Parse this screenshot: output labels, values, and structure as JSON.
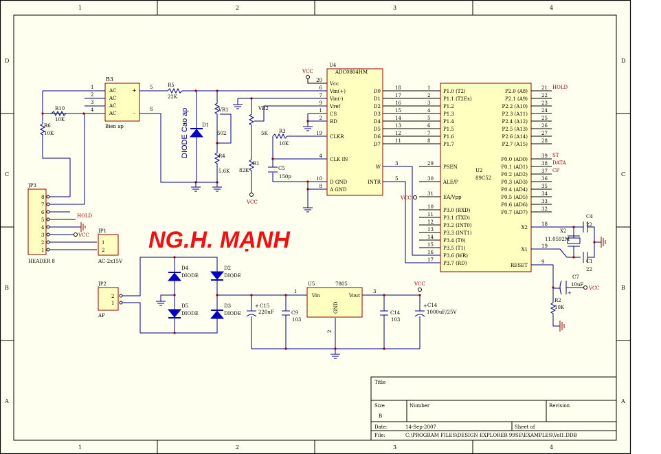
{
  "border": {
    "columns": [
      "1",
      "2",
      "3",
      "4"
    ],
    "rows": [
      "D",
      "C",
      "B",
      "A"
    ]
  },
  "logo": {
    "text": "NG.H. MẠNH",
    "color": "#ee1111"
  },
  "components": {
    "b3": {
      "ref": "B3",
      "name": "Bien ap",
      "pins": [
        "AC",
        "AC",
        "AC",
        "AC",
        "+",
        "-"
      ],
      "pin_nums": [
        "1",
        "2",
        "3",
        "4",
        "5",
        "S"
      ]
    },
    "r10": {
      "ref": "R10",
      "value": "10K"
    },
    "r6": {
      "ref": "R6",
      "value": "10K"
    },
    "r5": {
      "ref": "R5",
      "value": "22K"
    },
    "d1": {
      "ref": "D1",
      "label": "DIODE Cao ap"
    },
    "vr1": {
      "ref": "VR1",
      "value": "502"
    },
    "r4": {
      "ref": "R4",
      "value": "5.6K"
    },
    "vr2": {
      "ref": "VR2",
      "value": "5K"
    },
    "r1": {
      "ref": "R1",
      "value": "82K"
    },
    "r3": {
      "ref": "R3",
      "value": "10K"
    },
    "c5": {
      "ref": "C5",
      "value": "150p"
    },
    "u4": {
      "ref": "U4",
      "name": "ADC0804HM",
      "left_pins": [
        {
          "num": "20",
          "name": "Vcc"
        },
        {
          "num": "6",
          "name": "Vin(+)"
        },
        {
          "num": "7",
          "name": "Vin(-)"
        },
        {
          "num": "9",
          "name": "Vref"
        },
        {
          "num": "1",
          "name": "CS"
        },
        {
          "num": "2",
          "name": "RD"
        },
        {
          "num": "19",
          "name": "CLKR"
        },
        {
          "num": "4",
          "name": "CLK IN"
        },
        {
          "num": "10",
          "name": "D GND"
        },
        {
          "num": "8",
          "name": "A GND"
        }
      ],
      "right_pins": [
        {
          "num": "18",
          "name": "D0"
        },
        {
          "num": "17",
          "name": "D1"
        },
        {
          "num": "16",
          "name": "D2"
        },
        {
          "num": "15",
          "name": "D3"
        },
        {
          "num": "14",
          "name": "D4"
        },
        {
          "num": "13",
          "name": "D5"
        },
        {
          "num": "12",
          "name": "D6"
        },
        {
          "num": "11",
          "name": "D7"
        },
        {
          "num": "3",
          "name": "W"
        },
        {
          "num": "5",
          "name": "INTR"
        }
      ]
    },
    "u2": {
      "ref": "U2",
      "name": "89C52",
      "left_pins": [
        {
          "num": "1",
          "name": "P1.0 (T2)"
        },
        {
          "num": "2",
          "name": "P1.1 (T2Ex)"
        },
        {
          "num": "3",
          "name": "P1.2"
        },
        {
          "num": "4",
          "name": "P1.3"
        },
        {
          "num": "5",
          "name": "P1.4"
        },
        {
          "num": "6",
          "name": "P1.5"
        },
        {
          "num": "7",
          "name": "P1.6"
        },
        {
          "num": "8",
          "name": "P1.7"
        },
        {
          "num": "29",
          "name": "PSEN"
        },
        {
          "num": "30",
          "name": "ALE/P"
        },
        {
          "num": "31",
          "name": "EA/Vpp"
        },
        {
          "num": "10",
          "name": "P3.0 (RXD)"
        },
        {
          "num": "11",
          "name": "P3.1 (TXD)"
        },
        {
          "num": "12",
          "name": "P3.2 (INT0)"
        },
        {
          "num": "13",
          "name": "P3.3 (INT1)"
        },
        {
          "num": "14",
          "name": "P3.4 (T0)"
        },
        {
          "num": "15",
          "name": "P3.5 (T1)"
        },
        {
          "num": "16",
          "name": "P3.6 (WR)"
        },
        {
          "num": "17",
          "name": "P3.7 (RD)"
        }
      ],
      "right_pins": [
        {
          "num": "21",
          "name": "P2.0 (A8)",
          "net": "HOLD"
        },
        {
          "num": "22",
          "name": "P2.1 (A9)"
        },
        {
          "num": "23",
          "name": "P2.2 (A10)"
        },
        {
          "num": "24",
          "name": "P2.3 (A11)"
        },
        {
          "num": "25",
          "name": "P2.4 (A12)"
        },
        {
          "num": "26",
          "name": "P2.5 (A13)"
        },
        {
          "num": "27",
          "name": "P2.6 (A14)"
        },
        {
          "num": "28",
          "name": "P2.7 (A15)"
        },
        {
          "num": "39",
          "name": "P0.0 (AD0)",
          "net": "ST"
        },
        {
          "num": "38",
          "name": "P0.1 (AD1)",
          "net": "DATA"
        },
        {
          "num": "37",
          "name": "P0.2 (AD2)",
          "net": "CP"
        },
        {
          "num": "36",
          "name": "P0.3 (AD3)"
        },
        {
          "num": "35",
          "name": "P0.4 (AD4)"
        },
        {
          "num": "34",
          "name": "P0.5 (AD5)"
        },
        {
          "num": "33",
          "name": "P0.6 (AD6)"
        },
        {
          "num": "32",
          "name": "P0.7 (AD7)"
        },
        {
          "num": "18",
          "name": "X2"
        },
        {
          "num": "19",
          "name": "X1"
        },
        {
          "num": "9",
          "name": "RESET"
        }
      ]
    },
    "x2": {
      "ref": "X2",
      "value": "11.0592M"
    },
    "c4": {
      "ref": "C4",
      "value": "22"
    },
    "c1": {
      "ref": "C1",
      "value": "22"
    },
    "c7": {
      "ref": "C7",
      "value": "10uF"
    },
    "r2": {
      "ref": "R2",
      "value": "10K"
    },
    "jp3": {
      "ref": "JP3",
      "name": "HEADER 8",
      "pins": [
        "8",
        "7",
        "6",
        "5",
        "4",
        "3",
        "2",
        "1"
      ]
    },
    "jp1": {
      "ref": "JP1",
      "name": "AC-2x15V",
      "pins": [
        "1",
        "2"
      ]
    },
    "jp2": {
      "ref": "JP2",
      "name": "AP",
      "pins": [
        "2",
        "1"
      ]
    },
    "d4": {
      "ref": "D4",
      "value": "DIODE"
    },
    "d2": {
      "ref": "D2",
      "value": "DIODE"
    },
    "d5": {
      "ref": "D5",
      "value": "DIODE"
    },
    "d3": {
      "ref": "D3",
      "value": "DIODE"
    },
    "c15": {
      "ref": "C15",
      "value": "220uF"
    },
    "c9": {
      "ref": "C9",
      "value": "103"
    },
    "u5": {
      "ref": "U5",
      "name": "7805",
      "vin": "Vin",
      "vout": "Vout",
      "gnd": "GND",
      "pin1": "1",
      "pin2": "2",
      "pin3": "3"
    },
    "c14a": {
      "ref": "C14",
      "value": "103"
    },
    "c14b": {
      "ref": "C14",
      "value": "1000uF/25V"
    }
  },
  "nets": {
    "vcc": "VCC",
    "hold": "HOLD",
    "st": "ST",
    "data": "DATA",
    "cp": "CP"
  },
  "title_block": {
    "title_label": "Title",
    "size_label": "Size",
    "size_value": "B",
    "number_label": "Number",
    "revision_label": "Revision",
    "date_label": "Date:",
    "date_value": "14-Sep-2007",
    "sheet_label": "Sheet  of",
    "file_label": "File:",
    "file_value": "C:\\PROGRAM FILES\\DESIGN EXPLORER 99SE\\EXAMPLES\\Vol1.DDB"
  }
}
